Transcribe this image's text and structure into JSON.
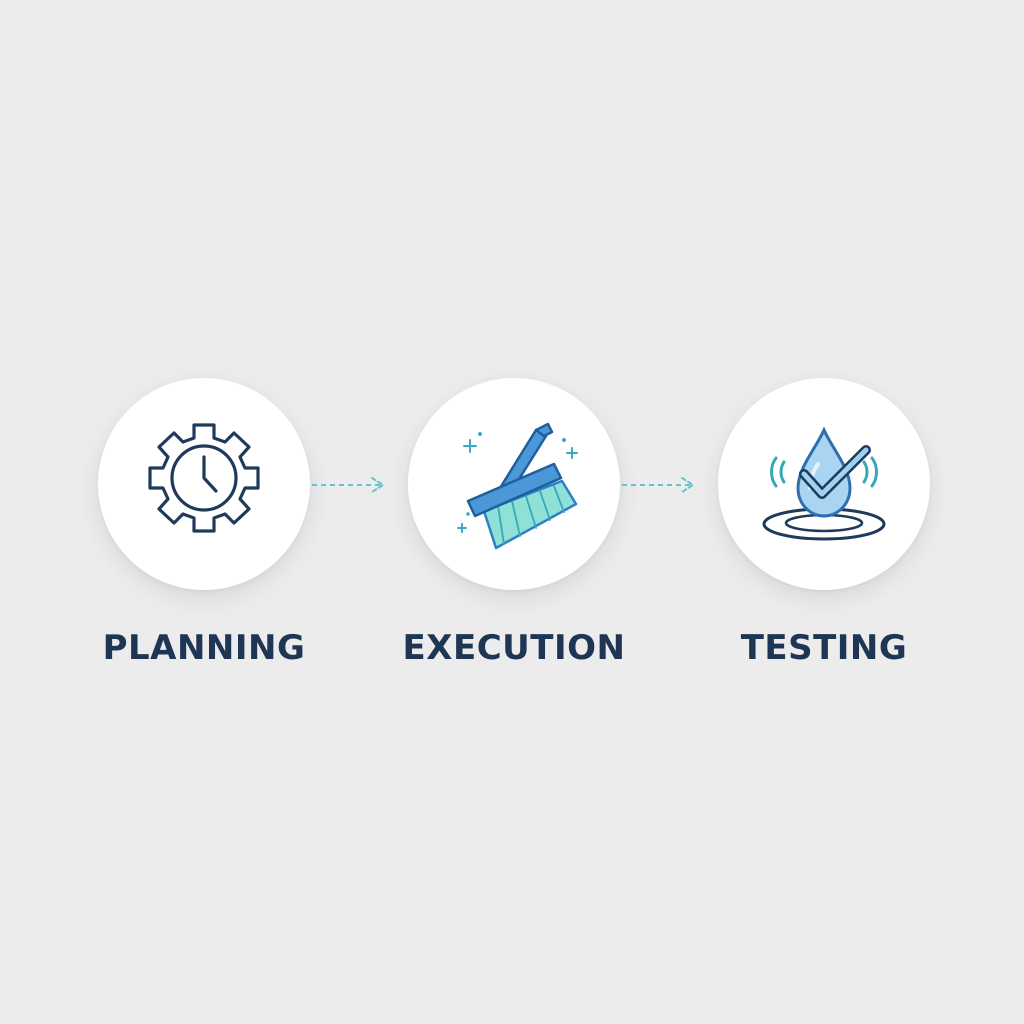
{
  "steps": [
    {
      "label": "PLANNING",
      "icon": "gear-clock-icon"
    },
    {
      "label": "EXECUTION",
      "icon": "scrub-brush-icon"
    },
    {
      "label": "TESTING",
      "icon": "water-drop-check-icon"
    }
  ],
  "colors": {
    "background": "#ececed",
    "circle": "#ffffff",
    "label": "#1e3553",
    "icon_outline": "#1f3a5b",
    "accent_blue": "#4b98d8",
    "accent_teal": "#55c8c8",
    "arrow": "#66c3d3"
  }
}
